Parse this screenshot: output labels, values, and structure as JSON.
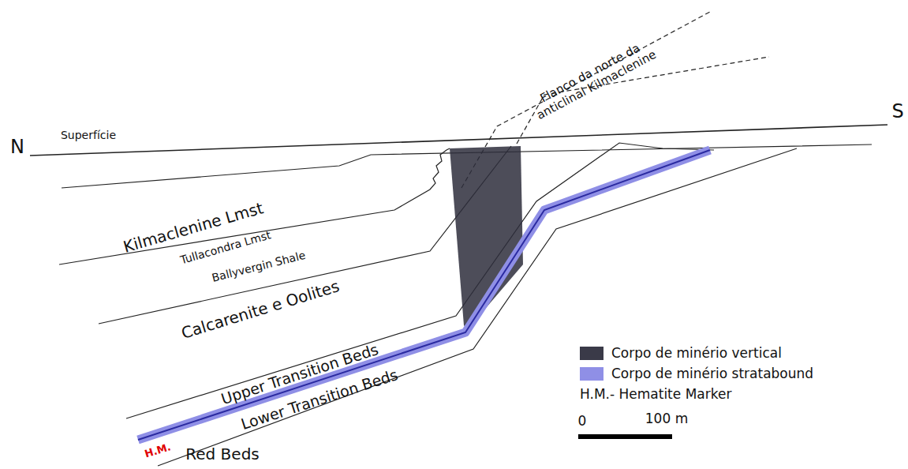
{
  "diagram": {
    "labels": [
      "N",
      "S",
      "Superfície",
      "Flanco da norte da anticlinal Kilmaclenine",
      "Kilmaclenine Lmst",
      "Tullacondra Lmst",
      "Ballyvergin Shale",
      "Calcarenite e Oolites",
      "Upper Transition Beds",
      "Lower Transition Beds",
      "Red Beds",
      "H.M.",
      "0",
      "100 m"
    ],
    "legend": [
      {
        "text": "Corpo de minério vertical",
        "color": "#3a3a48"
      },
      {
        "text": "Corpo de minério stratabound",
        "color": "#8f8fe6"
      },
      {
        "text": "H.M.- Hematite Marker"
      }
    ]
  }
}
